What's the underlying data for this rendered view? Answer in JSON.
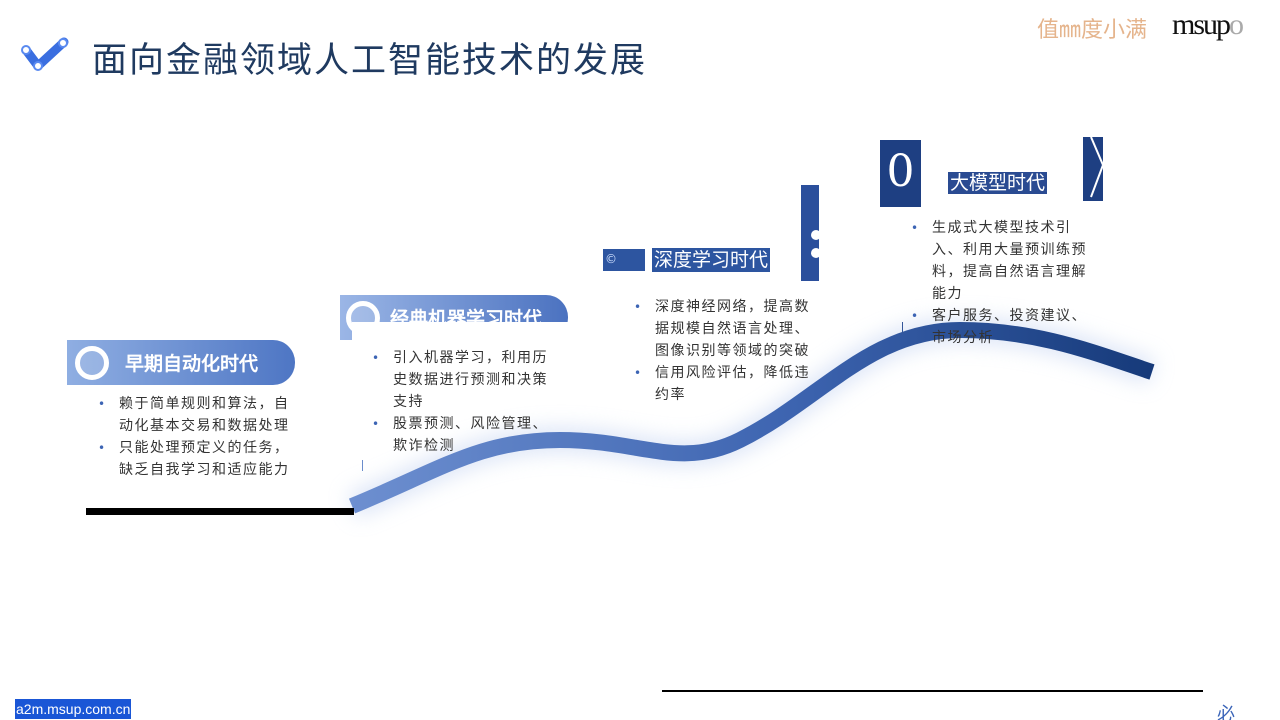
{
  "header": {
    "title": "面向金融领域人工智能技术的发展",
    "slogan": "值㎜度小满",
    "brand_main": "msup",
    "brand_tail": "o"
  },
  "stages": [
    {
      "label": "早期自动化时代",
      "bullets": [
        "赖于简单规则和算法，自动化基本交易和数据处理",
        "只能处理预定义的任务，缺乏自我学习和适应能力"
      ]
    },
    {
      "label": "经典机器学习时代",
      "bullets": [
        "引入机器学习，利用历史数据进行预测和决策支持",
        "股票预测、风险管理、欺诈检测"
      ]
    },
    {
      "icon_text": "©",
      "label": "深度学习时代",
      "bullets": [
        "深度神经网络，提高数据规模自然语言处理、图像识别等领域的突破",
        "信用风险评估，降低违约率"
      ]
    },
    {
      "number": "0",
      "label": "大模型时代",
      "bullets": [
        "生成式大模型技术引入、利用大量预训练预料，提高自然语言理解能力",
        "客户服务、投资建议、市场分析"
      ]
    }
  ],
  "footer": {
    "url": "a2m.msup.com.cn",
    "mark": "必"
  },
  "colors": {
    "title": "#1f3a60",
    "accent": "#2d55a0",
    "curve_start": "#6d8fd0",
    "curve_end": "#163a7a",
    "slogan": "#e5b48c"
  }
}
